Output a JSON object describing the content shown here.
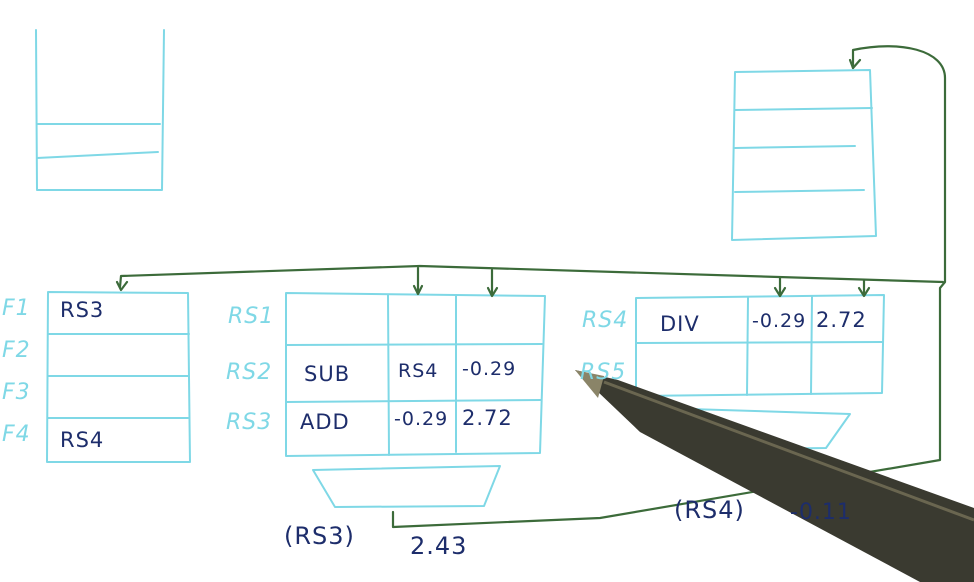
{
  "register_file": {
    "labels": [
      "F1",
      "F2",
      "F3",
      "F4"
    ],
    "entries": [
      "RS3",
      "",
      "",
      "RS4"
    ]
  },
  "add_rs": {
    "labels": [
      "RS1",
      "RS2",
      "RS3"
    ],
    "rows": [
      {
        "op": "",
        "v1": "",
        "v2": ""
      },
      {
        "op": "SUB",
        "v1": "RS4",
        "v2": "-0.29"
      },
      {
        "op": "ADD",
        "v1": "-0.29",
        "v2": "2.72"
      }
    ]
  },
  "mul_rs": {
    "labels": [
      "RS4",
      "RS5"
    ],
    "rows": [
      {
        "op": "DIV",
        "v1": "-0.29",
        "v2": "2.72"
      },
      {
        "op": "",
        "v1": "",
        "v2": ""
      }
    ]
  },
  "broadcast": [
    {
      "tag": "(RS3)",
      "value": "2.43"
    },
    {
      "tag": "(RS4)",
      "value": "-0.11"
    }
  ],
  "colors": {
    "structure": "#7fd8e6",
    "ink": "#1d2d6b",
    "bus": "#3c6b3a",
    "pen": "#3a3a30"
  }
}
